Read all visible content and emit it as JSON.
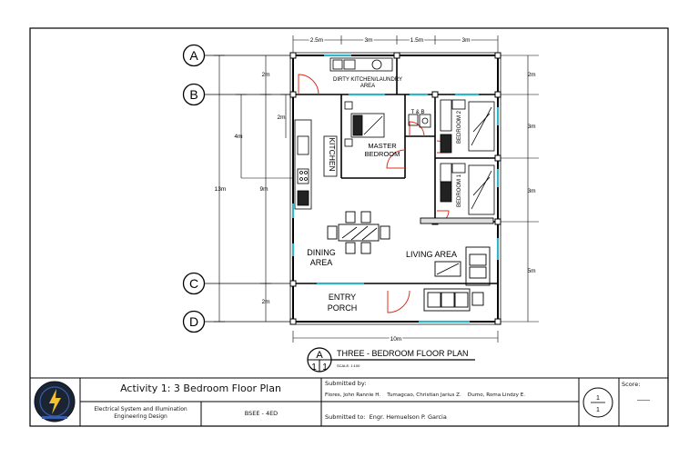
{
  "gridlines": {
    "a": "A",
    "b": "B",
    "c": "C",
    "d": "D"
  },
  "dimensions": {
    "top": [
      "2.5m",
      "3m",
      "1.5m",
      "3m"
    ],
    "left_outer": "13m",
    "left_ab": "2m",
    "left_b_sub": "2m",
    "left_kitchen": "4m",
    "left_inner": "9m",
    "left_cd": "2m",
    "right_ab": "2m",
    "right_bedroom2": "3m",
    "right_bedroom1": "3m",
    "right_living": "5m",
    "bottom": "10m"
  },
  "rooms": {
    "dirty_kitchen_line1": "DIRTY KITCHEN/LAUNDRY",
    "dirty_kitchen_line2": "AREA",
    "tb": "T & B",
    "master_line1": "MASTER",
    "master_line2": "BEDROOM",
    "kitchen": "KITCHEN",
    "bedroom2": "BEDROOM 2",
    "bedroom1": "BEDROOM 1",
    "dining_line1": "DINING",
    "dining_line2": "AREA",
    "living": "LIVING AREA",
    "entry_line1": "ENTRY",
    "entry_line2": "PORCH"
  },
  "drawing_title": {
    "letter": "A",
    "num1": "1",
    "num2": "1",
    "title": "THREE - BEDROOM FLOOR PLAN",
    "scale": "SCALE:    1:100"
  },
  "title_block": {
    "activity": "Activity 1: 3 Bedroom Floor Plan",
    "course_line1": "Electrical System and Illumination",
    "course_line2": "Engineering Design",
    "section": "BSEE - 4ED",
    "submitted_by_label": "Submitted by:",
    "students": "Flores, John Rannie H.    Tumagcao, Christian Jarius Z.    Dumo, Roma Lindzy E.",
    "submitted_to": "Submitted to:  Engr. Hemuelson P. Garcia",
    "sheet_top": "1",
    "sheet_bottom": "1",
    "score_label": "Score:",
    "score_value": "____"
  },
  "colors": {
    "door_swing": "#e0301e",
    "window": "#2fb4c8",
    "wall": "#000000"
  }
}
